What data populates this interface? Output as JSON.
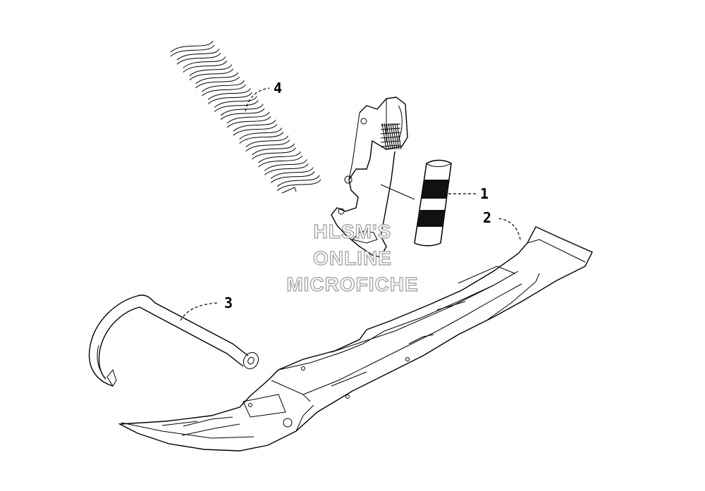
{
  "diagram": {
    "callouts": [
      {
        "id": "1",
        "text": "1"
      },
      {
        "id": "2",
        "text": "2"
      },
      {
        "id": "3",
        "text": "3"
      },
      {
        "id": "4",
        "text": "4"
      }
    ]
  },
  "watermark": {
    "line1": "HLSM'S",
    "line2": "ONLINE",
    "line3": "MICROFICHE"
  }
}
